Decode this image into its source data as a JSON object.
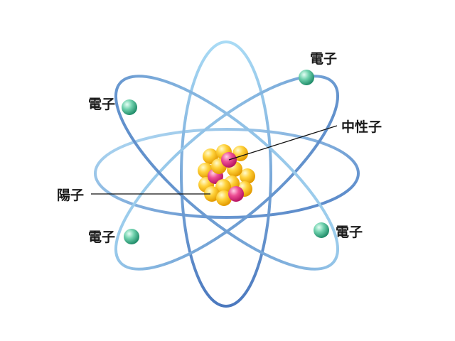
{
  "labels": {
    "electron_top_right": "電子",
    "electron_upper_left": "電子",
    "electron_lower_left": "電子",
    "electron_lower_right": "電子",
    "neutron": "中性子",
    "proton": "陽子"
  },
  "colors": {
    "orbit_light": "#a9d8f2",
    "orbit_mid": "#8fbfe6",
    "orbit_dark": "#5b88c8",
    "electron": "#3fb58d",
    "proton": "#e0307f",
    "neutron": "#f5b800",
    "leader_line": "#111111"
  }
}
